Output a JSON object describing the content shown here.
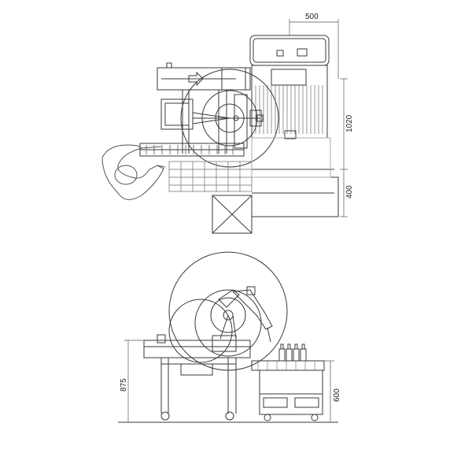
{
  "dimensions": {
    "top_width": "500",
    "top_height": "1020",
    "top_depth": "400",
    "side_height": "875",
    "side_table_height": "600"
  },
  "colors": {
    "line": "#3a3a3a",
    "light": "#9a9a9a",
    "paper": "#ffffff"
  }
}
